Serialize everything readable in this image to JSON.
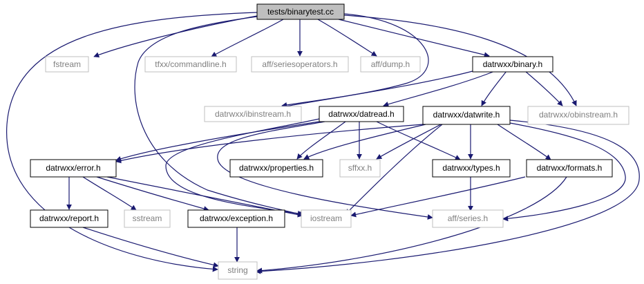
{
  "colors": {
    "edge": "#191970",
    "root_fill": "#bfbfbf",
    "internal_border": "#000000",
    "external_border": "#bfbfbf",
    "external_text": "#7f7f7f"
  },
  "nodes": {
    "root": "tests/binarytest.cc",
    "fstream": "fstream",
    "commandline": "tfxx/commandline.h",
    "seriesoperators": "aff/seriesoperators.h",
    "dump": "aff/dump.h",
    "binary": "datrwxx/binary.h",
    "ibinstream": "datrwxx/ibinstream.h",
    "datread": "datrwxx/datread.h",
    "datwrite": "datrwxx/datwrite.h",
    "obinstream": "datrwxx/obinstream.h",
    "error": "datrwxx/error.h",
    "properties": "datrwxx/properties.h",
    "sffxx": "sffxx.h",
    "types": "datrwxx/types.h",
    "formats": "datrwxx/formats.h",
    "report": "datrwxx/report.h",
    "sstream": "sstream",
    "exception": "datrwxx/exception.h",
    "iostream": "iostream",
    "series": "aff/series.h",
    "string": "string"
  }
}
